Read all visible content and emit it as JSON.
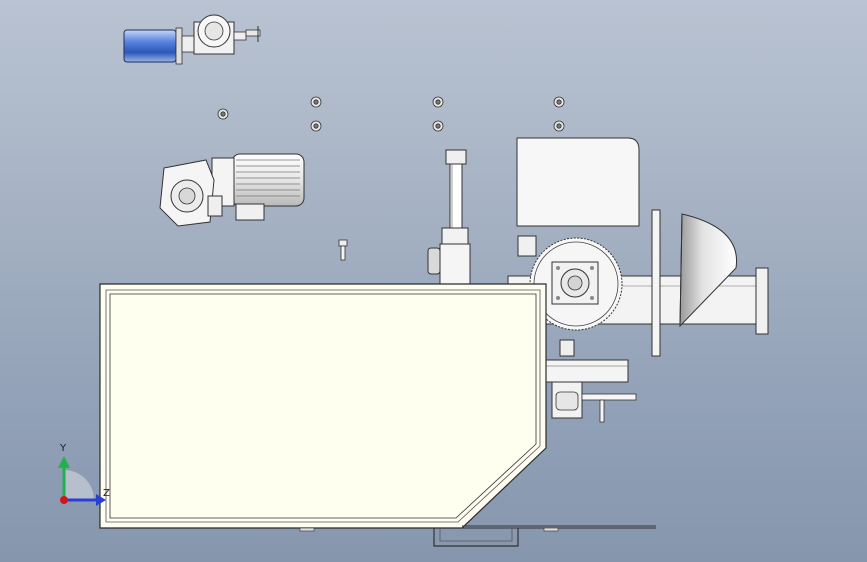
{
  "view": {
    "type": "cad-assembly-side-view"
  },
  "triad": {
    "y_label": "Y",
    "z_label": "Z",
    "y_color": "#22b14c",
    "z_color": "#2a3fd6",
    "origin_color": "#d01818"
  },
  "colors": {
    "background_top": "#b9c3d2",
    "background_bottom": "#8696ad",
    "panel_fill": "#fffff0",
    "part_fill": "#f4f4f4",
    "outline": "#2b2b2b",
    "motor_blue": "#3c6fd6"
  },
  "components": [
    "blue-motor",
    "gearbox-top-left",
    "geared-motor",
    "pneumatic-cylinder",
    "housing-box",
    "chain-sprocket",
    "bearing-flange",
    "hopper-cone",
    "outlet-pipe",
    "main-panel-frame",
    "roller-assembly",
    "mounting-bracket"
  ]
}
